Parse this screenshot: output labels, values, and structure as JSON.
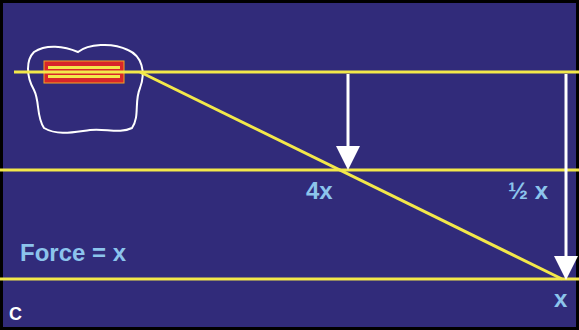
{
  "diagram": {
    "labels": [
      "4x",
      "½ x",
      "Force = x",
      "x",
      "C"
    ]
  }
}
